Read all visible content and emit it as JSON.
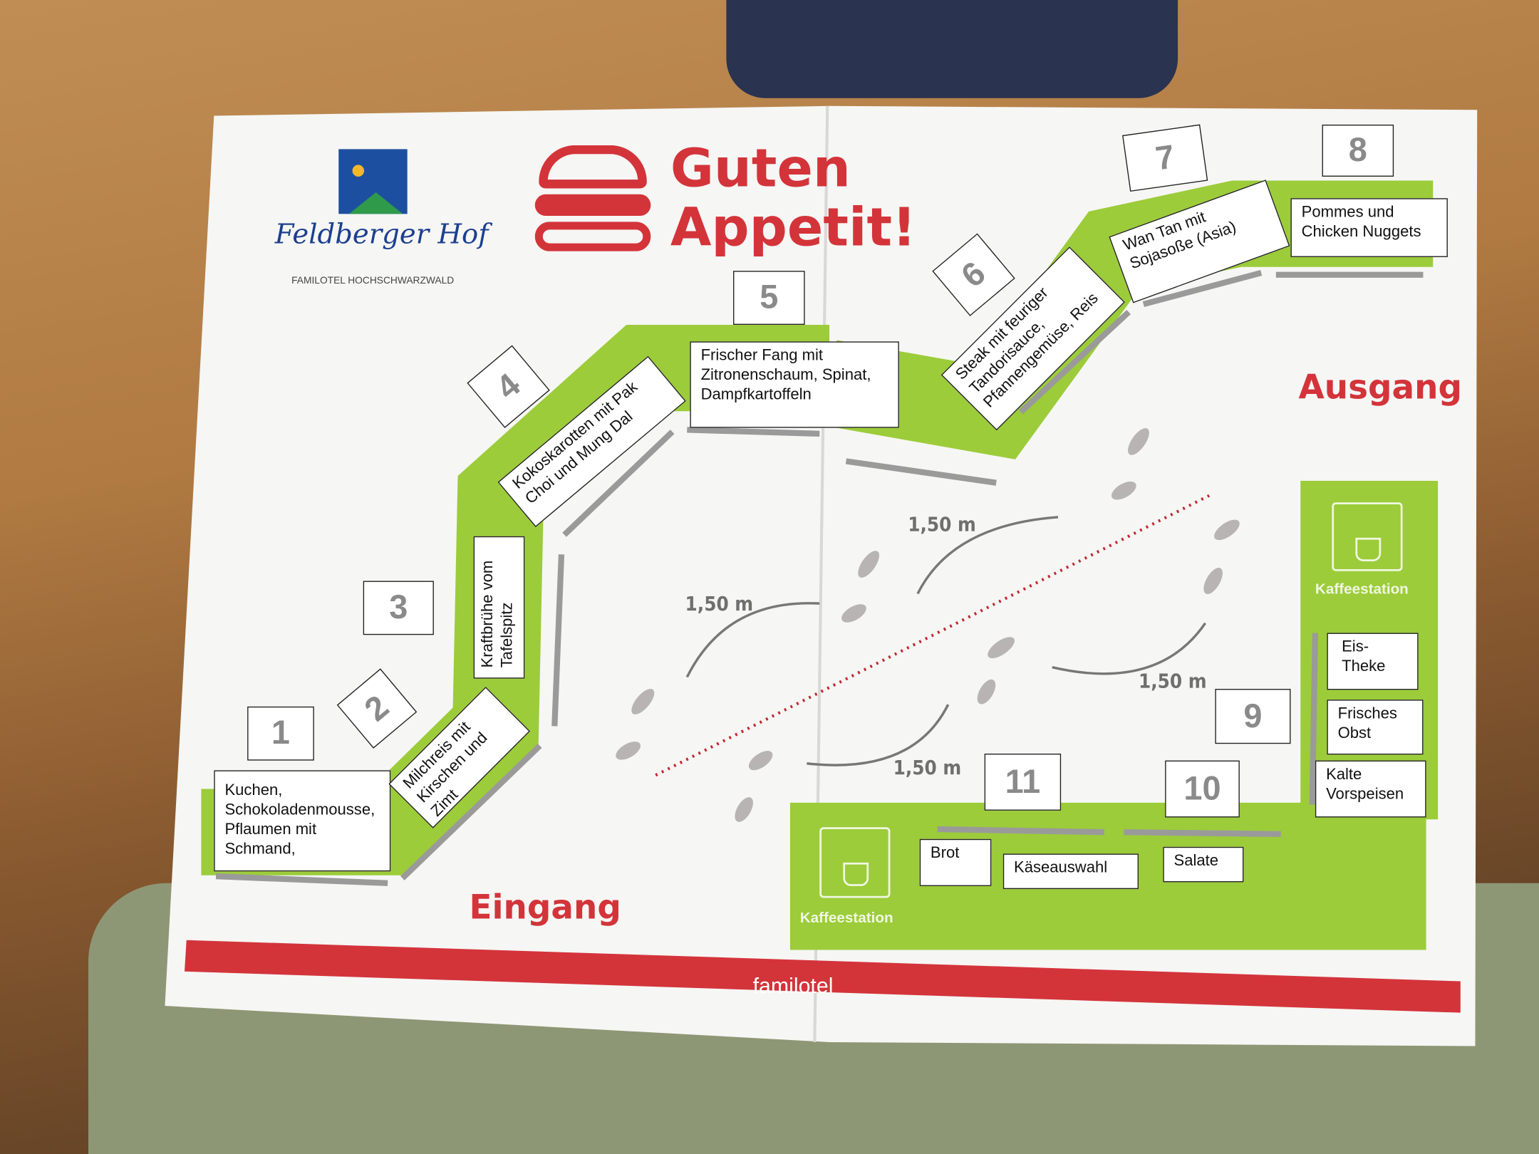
{
  "logo": {
    "brand": "Feldberger Hof",
    "subtitle": "FAMILOTEL HOCHSCHWARZWALD"
  },
  "title": {
    "line1": "Guten",
    "line2": "Appetit!"
  },
  "entrance_label": "Eingang",
  "exit_label": "Ausgang",
  "footer_brand": "familotel",
  "distance_label": "1,50 m",
  "coffee_station_label": "Kaffeestation",
  "stations": [
    {
      "number": "1",
      "items": [
        "Kuchen, Schokoladenmousse, Pflaumen mit Schmand,"
      ]
    },
    {
      "number": "2",
      "items": [
        "Milchreis mit Kirschen und Zimt"
      ]
    },
    {
      "number": "3",
      "items": [
        "Kraftbrühe vom Tafelspitz"
      ]
    },
    {
      "number": "4",
      "items": [
        "Kokoskarotten mit Pak Choi und Mung Dal"
      ]
    },
    {
      "number": "5",
      "items": [
        "Frischer Fang mit Zitronenschaum, Spinat, Dampfkartoffeln"
      ]
    },
    {
      "number": "6",
      "items": [
        "Steak mit feuriger Tandorisauce, Pfannengemüse, Reis"
      ]
    },
    {
      "number": "7",
      "items": [
        "Wan Tan mit Sojasoße (Asia)"
      ]
    },
    {
      "number": "8",
      "items": [
        "Pommes und Chicken Nuggets"
      ]
    },
    {
      "number": "9",
      "items": [
        "Eis-Theke",
        "Frisches Obst",
        "Kalte Vorspeisen"
      ]
    },
    {
      "number": "10",
      "items": [
        "Salate"
      ]
    },
    {
      "number": "11",
      "items": [
        "Brot",
        "Käseauswahl"
      ]
    }
  ],
  "colors": {
    "green": "#9ccc3a",
    "red": "#d3343a",
    "paper": "#f6f6f4"
  }
}
